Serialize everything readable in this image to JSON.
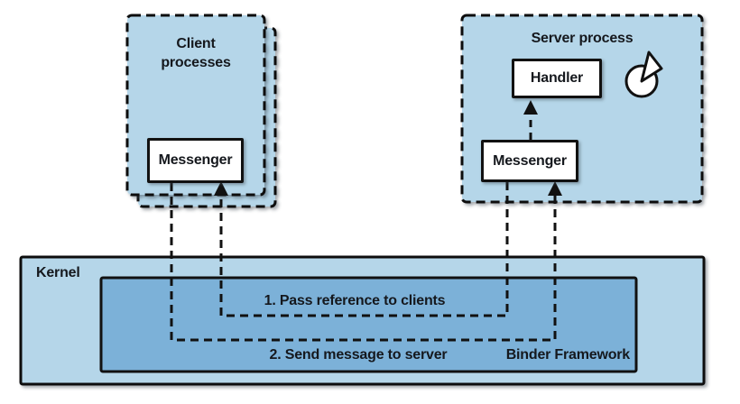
{
  "client": {
    "title": "Client processes",
    "messenger": "Messenger"
  },
  "server": {
    "title": "Server process",
    "handler": "Handler",
    "messenger": "Messenger",
    "handler_icon": "looper-clock-icon"
  },
  "kernel": {
    "label": "Kernel",
    "binder": "Binder Framework"
  },
  "flows": [
    {
      "label": "1. Pass reference to clients"
    },
    {
      "label": "2. Send message to server"
    }
  ],
  "colors": {
    "process_fill": "#b5d6e9",
    "binder_fill": "#7cb1d8",
    "stroke": "#111111",
    "node_fill": "#ffffff",
    "text": "#15181d"
  }
}
